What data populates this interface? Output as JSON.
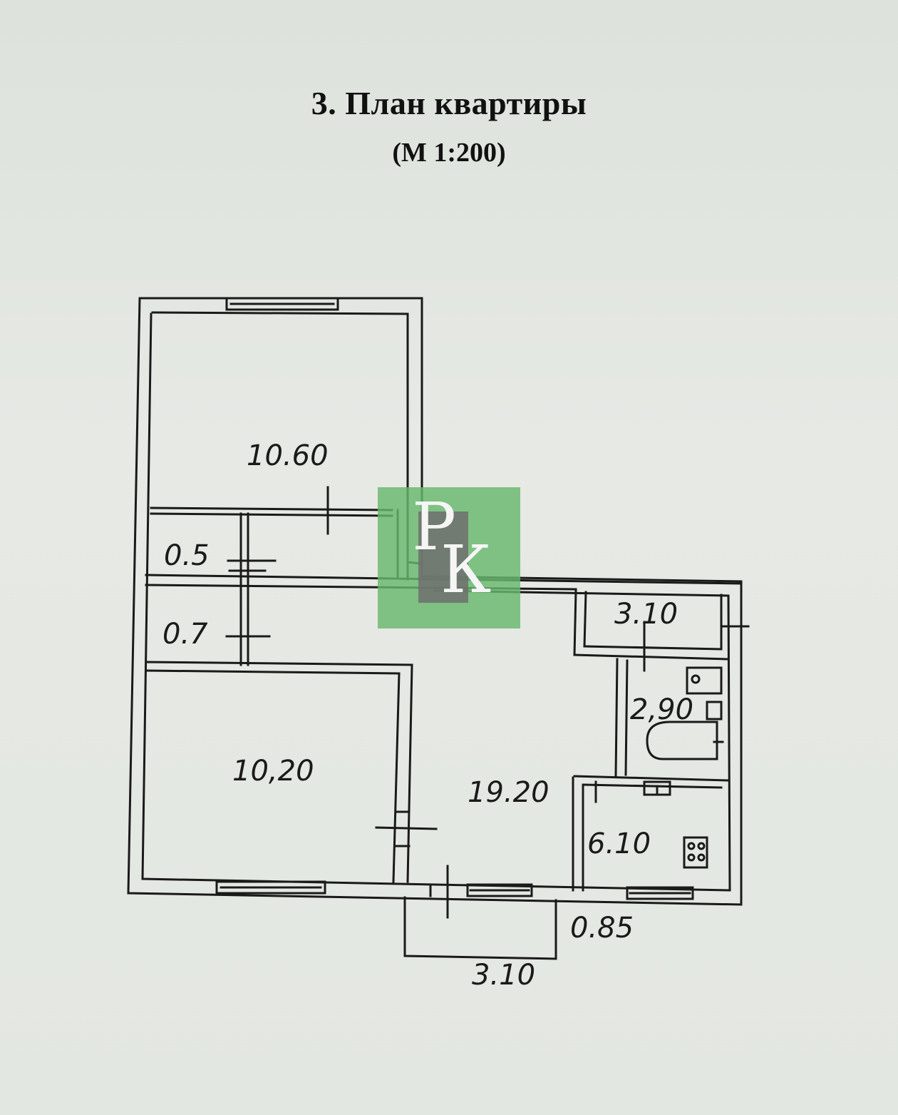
{
  "document": {
    "title": "3. План квартиры",
    "scale": "(М 1:200)"
  },
  "rooms": [
    {
      "id": "room-top-left",
      "area": "10.60"
    },
    {
      "id": "closet-upper",
      "area": "0.5"
    },
    {
      "id": "closet-lower",
      "area": "0.7"
    },
    {
      "id": "room-bottom-left",
      "area": "10,20"
    },
    {
      "id": "hall",
      "area": "19.20"
    },
    {
      "id": "toilet",
      "area": "3.10"
    },
    {
      "id": "bathroom",
      "area": "2,90"
    },
    {
      "id": "kitchen",
      "area": "6.10"
    }
  ],
  "balcony": {
    "depth": "0.85",
    "width": "3.10"
  },
  "watermark": {
    "text": "РК",
    "color": "#67b86e"
  }
}
